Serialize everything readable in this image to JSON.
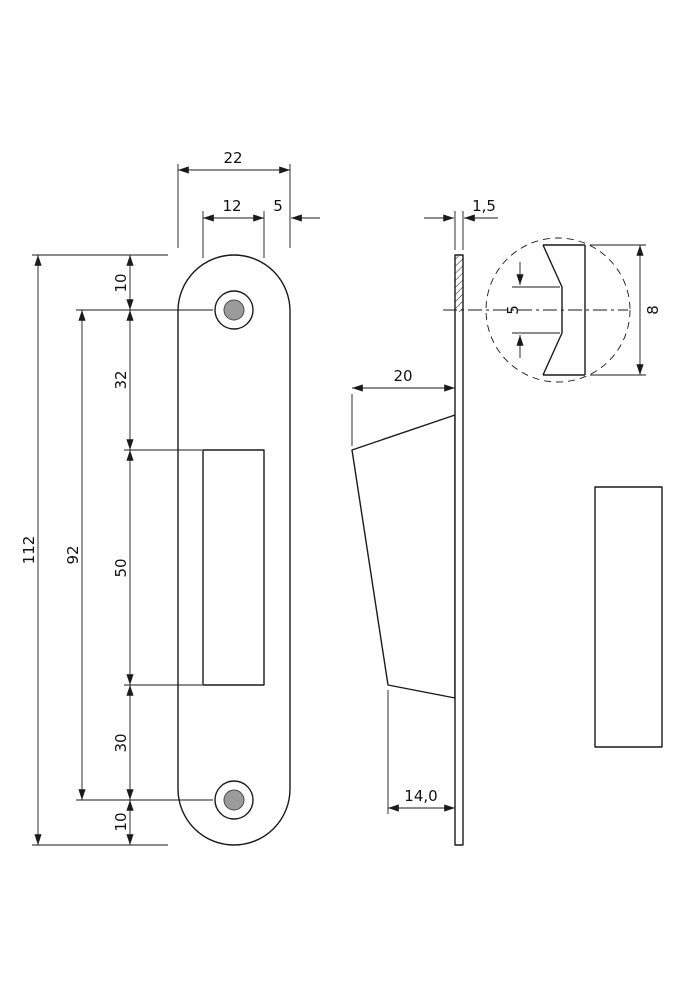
{
  "drawing": {
    "kind": "technical-drawing",
    "dims": {
      "front": {
        "overall_width": "22",
        "cutout_width": "12",
        "side_offset": "5",
        "overall_height": "112",
        "hole_centers": "92",
        "top_to_hole": "10",
        "hole_to_cutout": "32",
        "cutout_height": "50",
        "cutout_to_hole": "30",
        "hole_to_bottom": "10"
      },
      "side": {
        "plate_thickness": "1,5",
        "wedge_depth_top": "20",
        "wedge_depth_bottom": "14,0"
      },
      "detail": {
        "hole_diameter": "5",
        "countersink_diameter": "8"
      }
    },
    "colors": {
      "line": "#1a1a1a",
      "hole_fill": "#9b9b9b",
      "background": "#ffffff"
    }
  }
}
